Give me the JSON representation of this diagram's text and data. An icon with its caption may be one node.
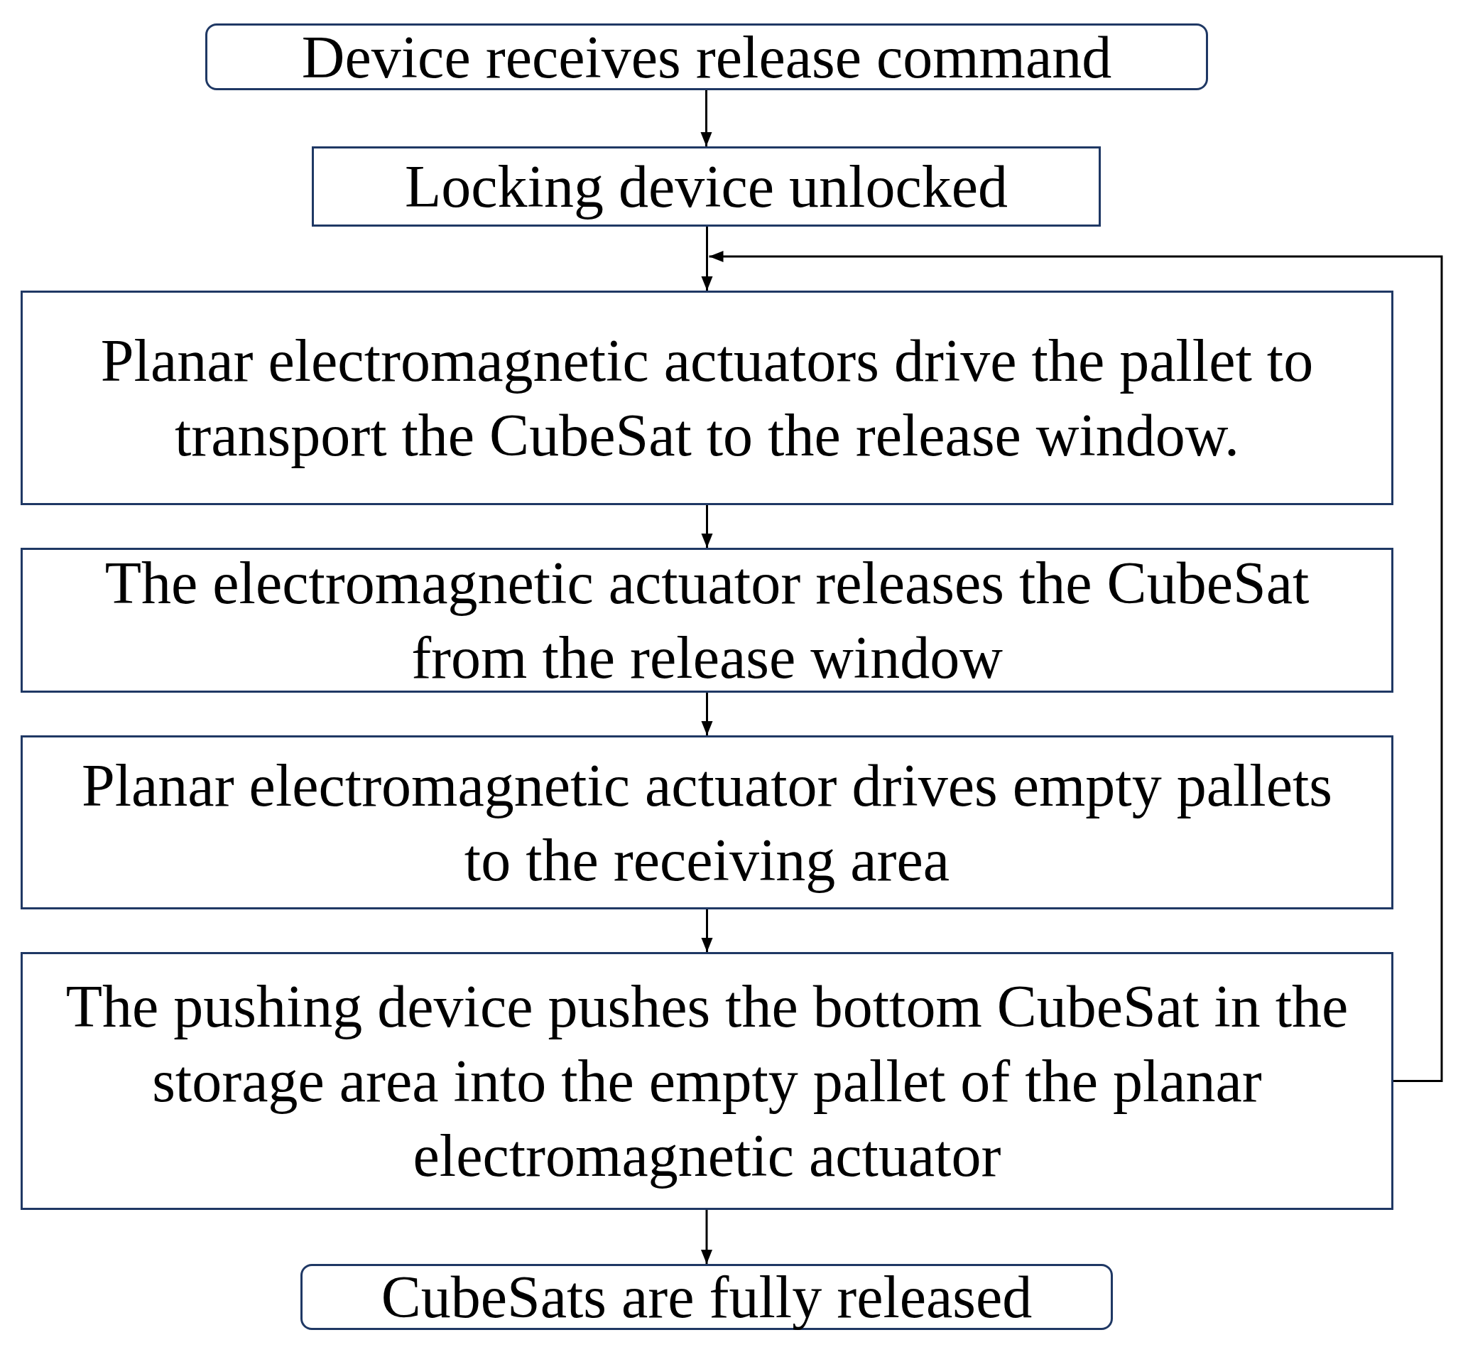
{
  "diagram": {
    "nodes": [
      {
        "text": [
          "Device receives release command"
        ]
      },
      {
        "text": [
          "Locking device unlocked"
        ]
      },
      {
        "text": [
          "Planar electromagnetic actuators drive the pallet to transport the CubeSat to the release window."
        ]
      },
      {
        "text": [
          "The electromagnetic actuator releases the CubeSat from the release window"
        ]
      },
      {
        "text": [
          "Planar electromagnetic actuator drives empty pallets to the receiving area"
        ]
      },
      {
        "text": [
          "The pushing device pushes the bottom CubeSat in the storage area into the empty pallet of the planar electromagnetic actuator"
        ]
      },
      {
        "text": [
          "CubeSats are fully released"
        ]
      }
    ],
    "edges": [
      {
        "from": 0,
        "to": 1,
        "arrow": "to"
      },
      {
        "from": 1,
        "to": 2,
        "arrow": "to"
      },
      {
        "from": 2,
        "to": 3,
        "arrow": "to"
      },
      {
        "from": 3,
        "to": 4,
        "arrow": "to"
      },
      {
        "from": 4,
        "to": 5,
        "arrow": "to"
      },
      {
        "from": 5,
        "to": 6,
        "arrow": "to"
      },
      {
        "from": 5,
        "to": 2,
        "arrow": "to"
      }
    ]
  }
}
